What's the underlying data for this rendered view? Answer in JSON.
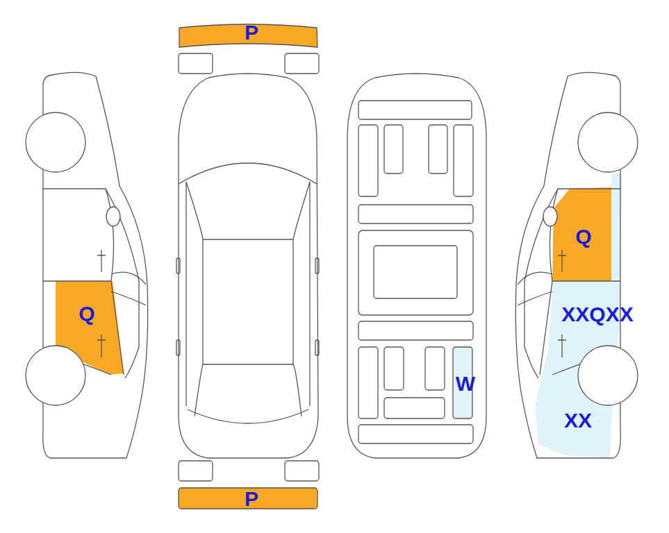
{
  "diagram": {
    "labels": [
      "P",
      "Q",
      "Q",
      "XXQXX",
      "W",
      "XX",
      "P"
    ]
  }
}
